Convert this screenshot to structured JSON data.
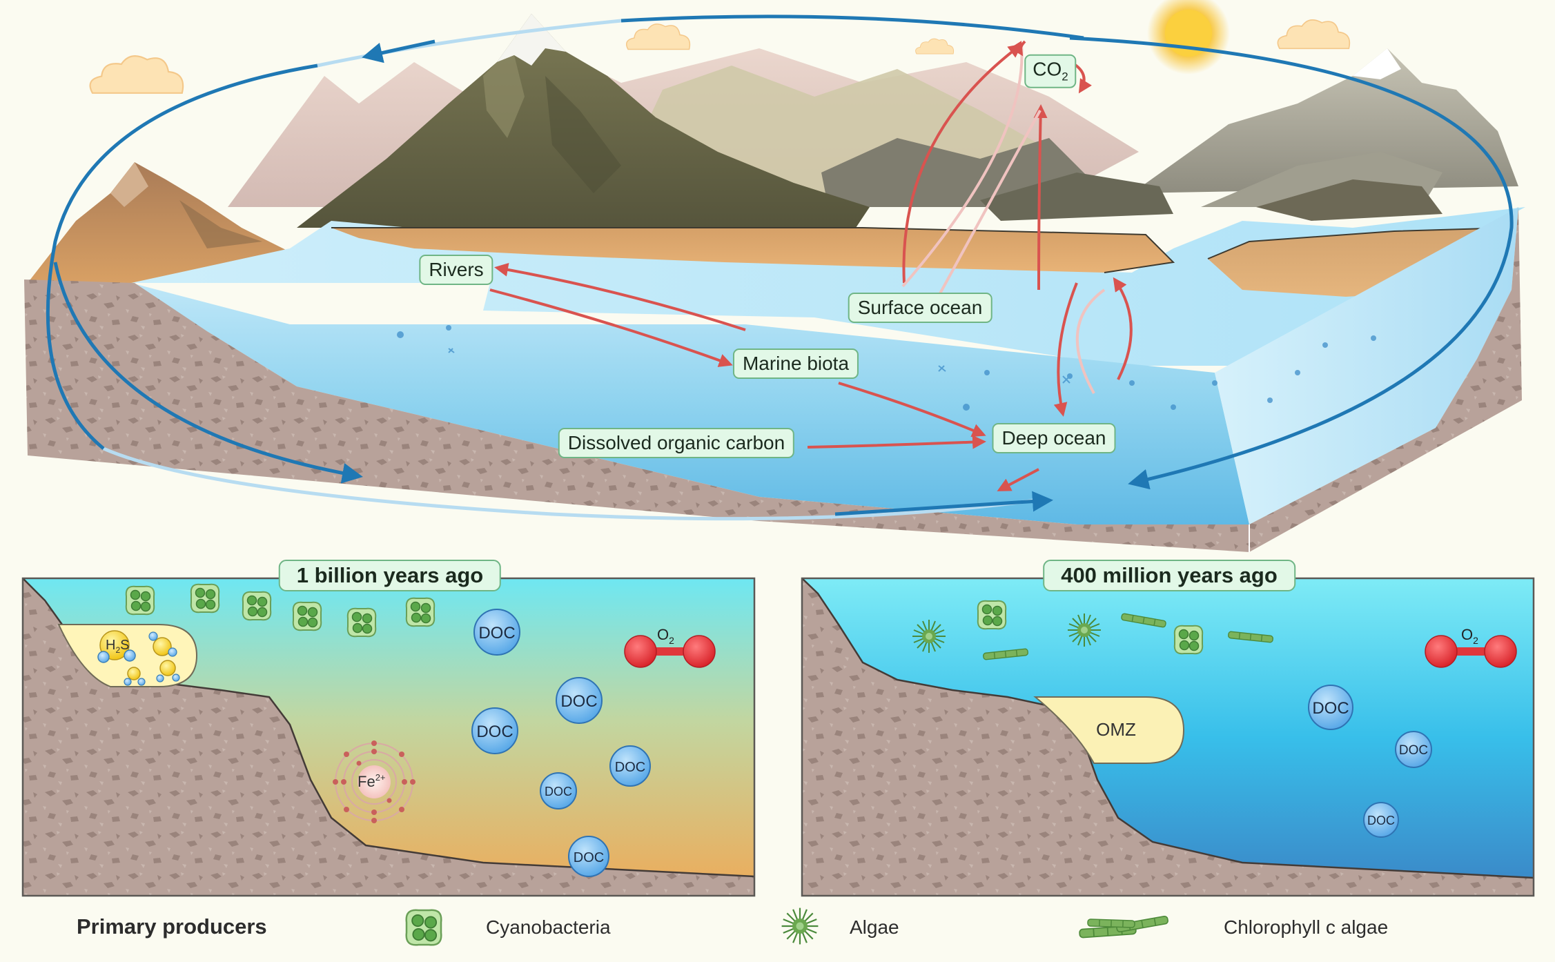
{
  "top_labels": {
    "co2": "CO",
    "co2_sub": "2",
    "rivers": "Rivers",
    "surface_ocean": "Surface ocean",
    "marine_biota": "Marine biota",
    "doc": "Dissolved organic carbon",
    "deep_ocean": "Deep ocean"
  },
  "panel_left": {
    "title": "1 billion years ago",
    "h2s": "H",
    "h2s_sub": "2",
    "h2s_tail": "S",
    "o2": "O",
    "o2_sub": "2",
    "fe": "Fe",
    "fe_sup": "2+",
    "doc": "DOC"
  },
  "panel_right": {
    "title": "400 million years ago",
    "omz": "OMZ",
    "o2": "O",
    "o2_sub": "2",
    "doc": "DOC"
  },
  "legend": {
    "title": "Primary producers",
    "items": [
      "Cyanobacteria",
      "Algae",
      "Chlorophyll c algae"
    ]
  },
  "colors": {
    "cycle_arrow": "#1f78b4",
    "flux_arrow": "#d9534f",
    "label_bg": "#e2f8e7",
    "label_border": "#6fb585",
    "sediment": "#b9a199",
    "ocean": "#8fd3ef",
    "oxygen": "#e0373b",
    "doc_bubble": "#6ab7ee"
  }
}
